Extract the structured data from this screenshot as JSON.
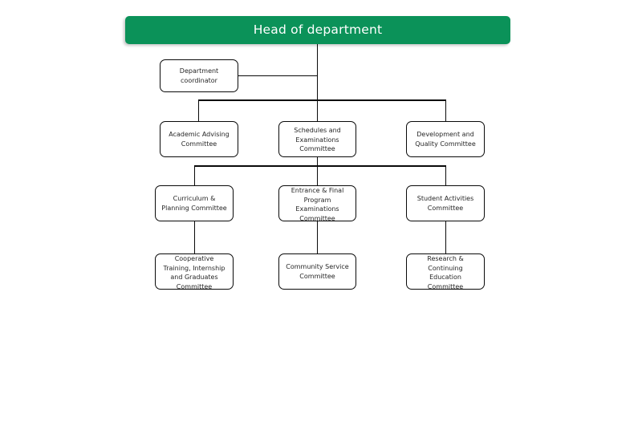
{
  "diagram": {
    "title": "Head of department",
    "type": "organizational-chart",
    "colors": {
      "header_background": "#0b9259",
      "header_text": "#ffffff",
      "node_border": "#0a0a0a",
      "node_background": "#ffffff",
      "node_text": "#262626",
      "connector": "#0a0a0a",
      "canvas_background": "#ffffff"
    },
    "header": {
      "label": "Head of department"
    },
    "nodes": [
      {
        "id": "department-coordinator",
        "label": "Department\ncoordinator"
      },
      {
        "id": "academic-advising",
        "label": "Academic Advising\nCommittee"
      },
      {
        "id": "schedules-examinations",
        "label": "Schedules and\nExaminations\nCommittee"
      },
      {
        "id": "development-quality",
        "label": "Development and\nQuality Committee"
      },
      {
        "id": "curriculum-planning",
        "label": "Curriculum &\nPlanning Committee"
      },
      {
        "id": "entrance-final-program",
        "label": "Entrance & Final\nProgram\nExaminations\nCommittee"
      },
      {
        "id": "student-activities",
        "label": "Student Activities\nCommittee"
      },
      {
        "id": "cooperative-training",
        "label": "Cooperative\nTraining, Internship\nand Graduates\nCommittee"
      },
      {
        "id": "community-service",
        "label": "Community Service\nCommittee"
      },
      {
        "id": "research-continuing",
        "label": "Research &\nContinuing\nEducation\nCommittee"
      }
    ]
  }
}
